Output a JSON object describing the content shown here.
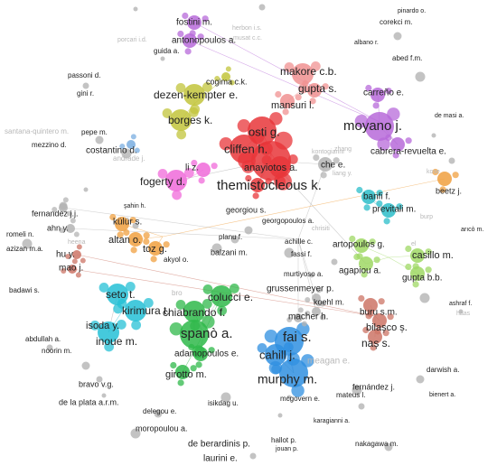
{
  "colors": {
    "red": "#e8363a",
    "purple": "#b76ad9",
    "yellowgreen": "#c2c43b",
    "salmon": "#f09191",
    "pink": "#f06ad9",
    "cyan": "#25c0d6",
    "blue": "#2f8fe0",
    "green": "#2fb84a",
    "orange": "#f0a040",
    "lightgreen": "#9fd864",
    "brown": "#cc7466",
    "lightblue": "#7aaee0",
    "grey": "#b4b4b4",
    "teal": "#2bbdc9",
    "label_dark": "#222222",
    "label_faded": "#b8b8b8"
  },
  "nodes": [
    {
      "label": "themistocleous k.",
      "cluster": "red",
      "size": "xl"
    },
    {
      "label": "osti g.",
      "cluster": "red",
      "size": "l"
    },
    {
      "label": "cliffen h.",
      "cluster": "red",
      "size": "l"
    },
    {
      "label": "anayiotos a.",
      "cluster": "red",
      "size": "m"
    },
    {
      "label": "georgiou s.",
      "cluster": "red",
      "size": "s"
    },
    {
      "label": "moyano j.",
      "cluster": "purple",
      "size": "l"
    },
    {
      "label": "carreño e.",
      "cluster": "purple",
      "size": "s"
    },
    {
      "label": "cabrera-revuelta e.",
      "cluster": "purple",
      "size": "s"
    },
    {
      "label": "makore c.b.",
      "cluster": "salmon",
      "size": "m"
    },
    {
      "label": "gupta s.",
      "cluster": "salmon",
      "size": "s"
    },
    {
      "label": "mansuri l.",
      "cluster": "salmon",
      "size": "s"
    },
    {
      "label": "dezen-kempter e.",
      "cluster": "yellowgreen",
      "size": "m"
    },
    {
      "label": "borges k.",
      "cluster": "yellowgreen",
      "size": "m"
    },
    {
      "label": "cogima c.k.",
      "cluster": "yellowgreen",
      "size": "xs"
    },
    {
      "label": "fostini m.",
      "cluster": "purple",
      "size": "s"
    },
    {
      "label": "antonopoulos a.",
      "cluster": "purple",
      "size": "s"
    },
    {
      "label": "fogerty d.",
      "cluster": "pink",
      "size": "m"
    },
    {
      "label": "li z.",
      "cluster": "pink",
      "size": "s"
    },
    {
      "label": "che e.",
      "cluster": "grey",
      "size": "s"
    },
    {
      "label": "banfi f.",
      "cluster": "teal",
      "size": "s"
    },
    {
      "label": "previtali m.",
      "cluster": "teal",
      "size": "s"
    },
    {
      "label": "beetz j.",
      "cluster": "orange",
      "size": "s"
    },
    {
      "label": "colucci e.",
      "cluster": "green",
      "size": "m"
    },
    {
      "label": "chiabrando f.",
      "cluster": "green",
      "size": "m"
    },
    {
      "label": "spanò a.",
      "cluster": "green",
      "size": "l"
    },
    {
      "label": "adamopoulos e.",
      "cluster": "green",
      "size": "s"
    },
    {
      "label": "girotto m.",
      "cluster": "green",
      "size": "s"
    },
    {
      "label": "seto t.",
      "cluster": "cyan",
      "size": "m"
    },
    {
      "label": "kirimura t.",
      "cluster": "cyan",
      "size": "m"
    },
    {
      "label": "inoue m.",
      "cluster": "cyan",
      "size": "m"
    },
    {
      "label": "fai s.",
      "cluster": "blue",
      "size": "l"
    },
    {
      "label": "cahill j.",
      "cluster": "blue",
      "size": "m"
    },
    {
      "label": "murphy m.",
      "cluster": "blue",
      "size": "l"
    },
    {
      "label": "artopoulos g.",
      "cluster": "lightgreen",
      "size": "s"
    },
    {
      "label": "agapiou a.",
      "cluster": "lightgreen",
      "size": "s"
    },
    {
      "label": "casillo m.",
      "cluster": "lightgreen",
      "size": "s"
    },
    {
      "label": "gupta b.b.",
      "cluster": "lightgreen",
      "size": "s"
    },
    {
      "label": "buru s.m.",
      "cluster": "brown",
      "size": "s"
    },
    {
      "label": "bilașco ș.",
      "cluster": "brown",
      "size": "s"
    },
    {
      "label": "naș s.",
      "cluster": "brown",
      "size": "s"
    },
    {
      "label": "altan o.",
      "cluster": "orange",
      "size": "s"
    },
    {
      "label": "toz g.",
      "cluster": "orange",
      "size": "s"
    },
    {
      "label": "külür s.",
      "cluster": "orange",
      "size": "s"
    },
    {
      "label": "hu y.",
      "cluster": "brown",
      "size": "xs"
    },
    {
      "label": "mao j.",
      "cluster": "brown",
      "size": "xs"
    },
    {
      "label": "costantino d.",
      "cluster": "lightblue",
      "size": "xs"
    },
    {
      "label": "fernandez j.j.",
      "cluster": "grey",
      "size": "xs"
    },
    {
      "label": "ahn y.",
      "cluster": "grey",
      "size": "xs"
    },
    {
      "label": "grussenmeyer p.",
      "cluster": "grey",
      "size": "xs"
    },
    {
      "label": "koehl m.",
      "cluster": "grey",
      "size": "xs"
    },
    {
      "label": "macher h.",
      "cluster": "grey",
      "size": "xs"
    }
  ],
  "labels_dark": [
    "pinardo o.",
    "corekci m.",
    "fostini m.",
    "antonopoulos a.",
    "guida a.",
    "albano r.",
    "passoni d.",
    "gini r.",
    "abed f.m.",
    "makore c.b.",
    "cogima c.k.",
    "dezen-kempter e.",
    "gupta s.",
    "mansuri l.",
    "carreño e.",
    "moyano j.",
    "de masi a.",
    "borges k.",
    "osti g.",
    "cabrera-revuelta e.",
    "mezzino d.",
    "costantino d.",
    "pepe m.",
    "cliffen h.",
    "anayiotos a.",
    "che e.",
    "li z.",
    "fogerty d.",
    "themistocleous k.",
    "fernandez j.j.",
    "şahin h.",
    "banfi f.",
    "previtali m.",
    "beetz j.",
    "ahn y.",
    "georgiou s.",
    "georgopoulos a.",
    "külür s.",
    "romeli n.",
    "azizan m.a.",
    "altan o.",
    "planu f.",
    "achille c.",
    "toz g.",
    "fassi f.",
    "balzani m.",
    "artopoulos g.",
    "casillo m.",
    "arıcò m.",
    "hu y.",
    "mao j.",
    "akyol o.",
    "murtiyoso a.",
    "agapiou a.",
    "gupta b.b.",
    "colucci e.",
    "grussenmeyer p.",
    "badawi s.",
    "seto t.",
    "koehl m.",
    "ashraf f.",
    "kirimura t.",
    "chiabrando f.",
    "buru s.m.",
    "macher h.",
    "isoda y.",
    "bilașco ș.",
    "inoue m.",
    "spanò a.",
    "fai s.",
    "naș s.",
    "abdullah a.",
    "noorin m.",
    "adamopoulos e.",
    "cahill j.",
    "darwish a.",
    "girotto m.",
    "murphy m.",
    "bravo v.g.",
    "fernández j.",
    "mateus l.",
    "bienert a.",
    "de la plata a.r.m.",
    "mcgovern e.",
    "isikdag u.",
    "delegou e.",
    "moropoulou a.",
    "karagianni a.",
    "de berardinis p.",
    "hallot p.",
    "nakagawa m.",
    "laurini e.",
    "jouan p."
  ],
  "labels_faded": [
    "porcari i.d.",
    "herbon i.s.",
    "musat c.c.",
    "santana-quintero m.",
    "andrade j.",
    "kontogianni",
    "zhang",
    "liang y.",
    "kose",
    "burp",
    "chrisiti",
    "heena",
    "el",
    "bro",
    "meagan e.",
    "haas"
  ]
}
